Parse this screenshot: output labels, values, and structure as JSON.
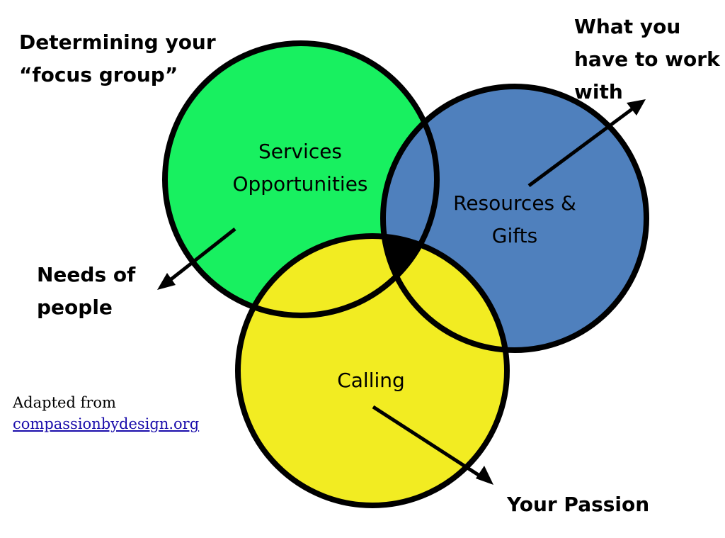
{
  "colors": {
    "services": "#18f060",
    "resources": "#4f80bd",
    "calling": "#f2ec22",
    "intersection": "#000000",
    "outline": "#000000",
    "link": "#1a0dab"
  },
  "heading": {
    "line1": "Determining your",
    "line2": "“focus group”"
  },
  "circles": {
    "services": {
      "line1": "Services",
      "line2": "Opportunities"
    },
    "resources": {
      "line1": "Resources &",
      "line2": "Gifts"
    },
    "calling": {
      "line1": "Calling"
    }
  },
  "callouts": {
    "needs": {
      "line1": "Needs of",
      "line2": "people"
    },
    "work_with": {
      "line1": "What you",
      "line2": "have to work",
      "line3": "with"
    },
    "passion": {
      "line1": "Your Passion"
    }
  },
  "credit": {
    "text": "Adapted from",
    "link": "compassionbydesign.org"
  }
}
